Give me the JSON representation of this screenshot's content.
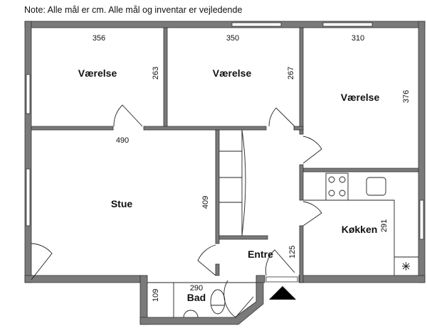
{
  "note": "Note: Alle mål er cm. Alle mål og inventar er vejledende",
  "rooms": [
    {
      "label": "Værelse",
      "width_dim": "356",
      "height_dim": "263"
    },
    {
      "label": "Værelse",
      "width_dim": "350",
      "height_dim": "267"
    },
    {
      "label": "Værelse",
      "width_dim": "310",
      "height_dim": "376"
    },
    {
      "label": "Stue",
      "width_dim": "490",
      "height_dim": "409"
    },
    {
      "label": "Køkken",
      "height_dim": "291"
    },
    {
      "label": "Entre",
      "height_dim": "125"
    },
    {
      "label": "Bad",
      "width_dim": "290",
      "height_dim": "109"
    }
  ],
  "colors": {
    "wall": "#7a7a7a"
  }
}
